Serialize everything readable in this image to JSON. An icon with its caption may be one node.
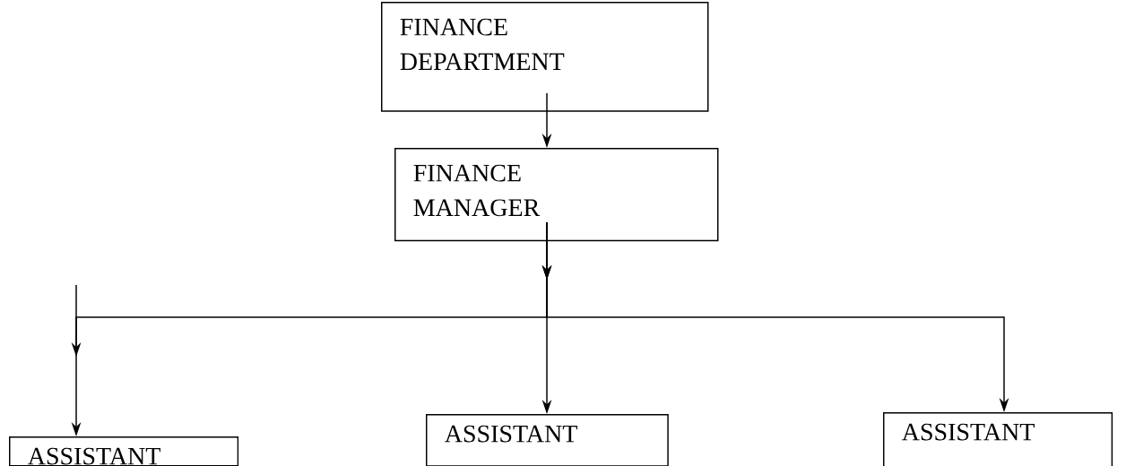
{
  "diagram": {
    "nodes": [
      {
        "text": [
          "FINANCE DEPARTMENT"
        ]
      },
      {
        "text": [
          "FINANCE MANAGER"
        ]
      },
      {
        "text": [
          "ASSISTANT"
        ]
      },
      {
        "text": [
          "ASSISTANT"
        ]
      },
      {
        "text": [
          "ASSISTANT"
        ]
      }
    ],
    "edges": [
      {
        "from": 0,
        "to": 1,
        "arrow": "to"
      },
      {
        "from": 1,
        "to": 2,
        "arrow": "to"
      },
      {
        "from": 1,
        "to": 3,
        "arrow": "to"
      },
      {
        "from": 1,
        "to": 4,
        "arrow": "to"
      }
    ]
  }
}
